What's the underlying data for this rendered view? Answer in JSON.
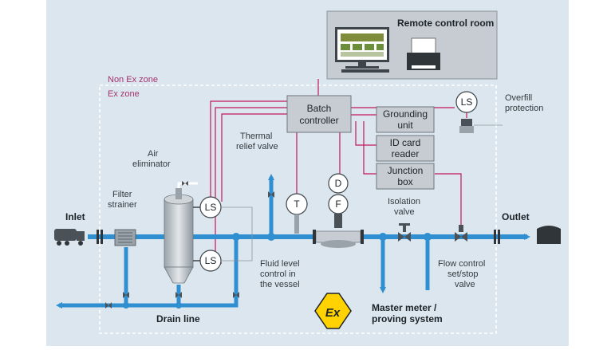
{
  "remote_room": {
    "label": "Remote control room"
  },
  "zones": {
    "non_ex": "Non Ex zone",
    "ex": "Ex zone"
  },
  "controller": {
    "line1": "Batch",
    "line2": "controller"
  },
  "boxes": {
    "grounding": {
      "line1": "Grounding",
      "line2": "unit"
    },
    "idcard": {
      "line1": "ID card",
      "line2": "reader"
    },
    "junction": {
      "line1": "Junction",
      "line2": "box"
    }
  },
  "instruments": {
    "ls_top": "LS",
    "ls_bottom": "LS",
    "ls_overfill": "LS",
    "t": "T",
    "d": "D",
    "f": "F"
  },
  "labels": {
    "overfill_1": "Overfill",
    "overfill_2": "protection",
    "thermal_1": "Thermal",
    "thermal_2": "relief valve",
    "air_1": "Air",
    "air_2": "eliminator",
    "filter_1": "Filter",
    "filter_2": "strainer",
    "inlet": "Inlet",
    "outlet": "Outlet",
    "isolation_1": "Isolation",
    "isolation_2": "valve",
    "fluid_1": "Fluid level",
    "fluid_2": "control in",
    "fluid_3": "the vessel",
    "flow_1": "Flow control",
    "flow_2": "set/stop",
    "flow_3": "valve",
    "master_1": "Master meter /",
    "master_2": "proving system",
    "drain": "Drain line",
    "ex_symbol": "Ex"
  },
  "colors": {
    "background": "#dce6ee",
    "pipe": "#2f8fd1",
    "signal": "#c2185b",
    "box_fill": "#c6ccd1",
    "zone_text": "#a4336f"
  }
}
